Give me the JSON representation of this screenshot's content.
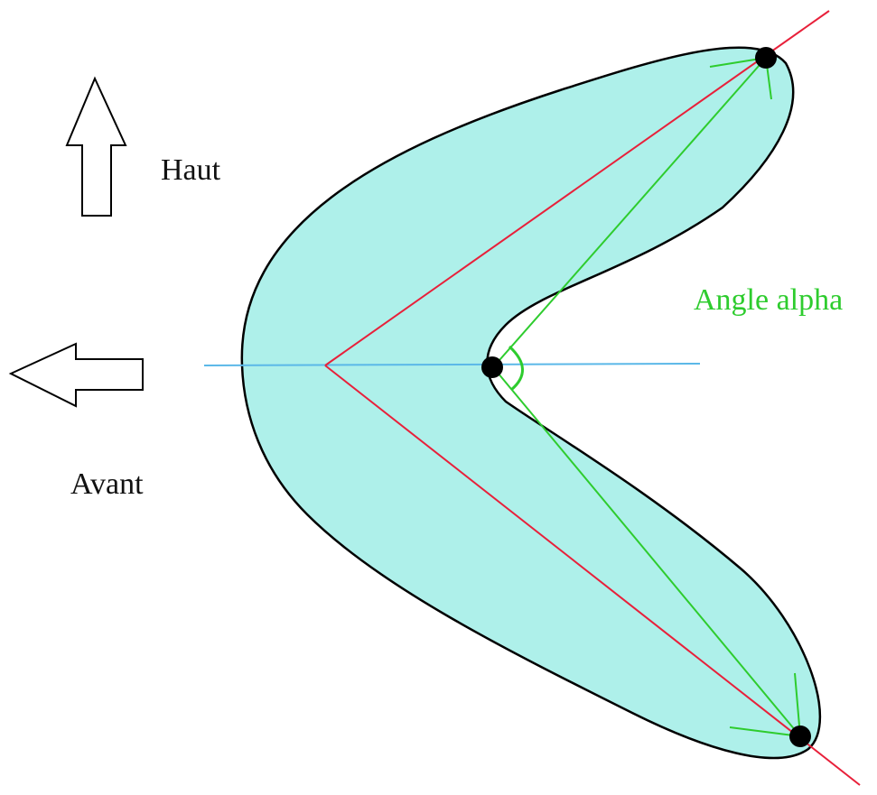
{
  "labels": {
    "up": "Haut",
    "forward": "Avant",
    "angle": "Angle alpha"
  },
  "colors": {
    "body_fill": "#aef0ea",
    "outline": "#000000",
    "symmetry_axis": "#5bb8e8",
    "chord_lines": "#e8203a",
    "angle_lines": "#2ecc2e",
    "angle_text": "#2ecc2e",
    "label_text": "#111111",
    "points": "#000000"
  },
  "icons": {
    "up_arrow": "up-arrow-icon",
    "forward_arrow": "left-arrow-icon"
  }
}
